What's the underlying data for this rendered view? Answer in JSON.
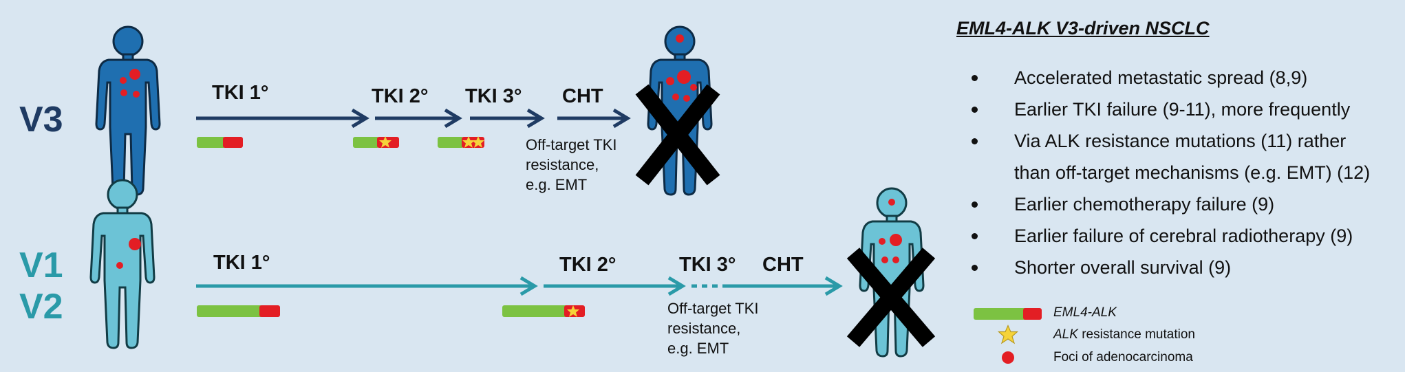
{
  "variants": {
    "v3": "V3",
    "v1": "V1",
    "v2": "V2"
  },
  "row_v3": {
    "tki1": "TKI 1°",
    "tki2": "TKI 2°",
    "tki3": "TKI 3°",
    "cht": "CHT",
    "note_line1": "Off-target TKI",
    "note_line2": "resistance,",
    "note_line3": "e.g. EMT"
  },
  "row_v12": {
    "tki1": "TKI 1°",
    "tki2": "TKI 2°",
    "tki3": "TKI 3°",
    "cht": "CHT",
    "note_line1": "Off-target TKI",
    "note_line2": "resistance,",
    "note_line3": "e.g. EMT"
  },
  "panel": {
    "title": "EML4-ALK V3-driven NSCLC",
    "bullets": [
      "Accelerated metastatic spread (8,9)",
      "Earlier TKI failure (9-11), more frequently",
      "Via ALK resistance mutations (11) rather",
      "than off-target mechanisms (e.g. EMT) (12)",
      "Earlier chemotherapy failure (9)",
      "Earlier failure of cerebral radiotherapy (9)",
      "Shorter overall survival (9)"
    ]
  },
  "legend": {
    "fusion": "EML4-ALK",
    "mutation_italic": "ALK",
    "mutation_rest": " resistance mutation",
    "foci": "Foci of adenocarcinoma"
  },
  "colors": {
    "background": "#d9e6f1",
    "v3_navy": "#1f3b63",
    "v12_teal": "#2a9aa8",
    "figure_dark": "#1f6fb0",
    "figure_light": "#6cc3d6",
    "green_bar": "#7cc242",
    "red_bar": "#e31e24",
    "star": "#f5d33a",
    "foci": "#e31e24"
  }
}
